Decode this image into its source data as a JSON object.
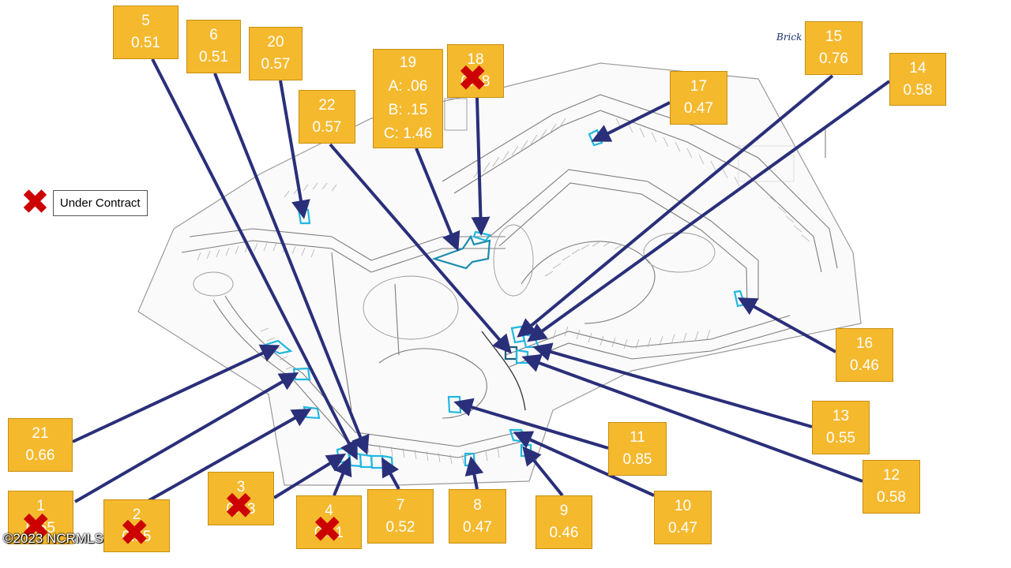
{
  "legend": {
    "label": "Under Contract"
  },
  "watermark": "©2023 NCRMLS",
  "map_text": "Brick W",
  "colors": {
    "label_fill": "#f5b92e",
    "arrow": "#2a2f7a",
    "lot_outline": "#22b7e0",
    "x_mark": "#cc0000"
  },
  "lots": [
    {
      "id": "1",
      "acres": "0.55",
      "under_contract": true
    },
    {
      "id": "2",
      "acres": "0.55",
      "under_contract": true
    },
    {
      "id": "3",
      "acres": "0.53",
      "under_contract": true
    },
    {
      "id": "4",
      "acres": "0.51",
      "under_contract": true
    },
    {
      "id": "5",
      "acres": "0.51",
      "under_contract": false
    },
    {
      "id": "6",
      "acres": "0.51",
      "under_contract": false
    },
    {
      "id": "7",
      "acres": "0.52",
      "under_contract": false
    },
    {
      "id": "8",
      "acres": "0.47",
      "under_contract": false
    },
    {
      "id": "9",
      "acres": "0.46",
      "under_contract": false
    },
    {
      "id": "10",
      "acres": "0.47",
      "under_contract": false
    },
    {
      "id": "11",
      "acres": "0.85",
      "under_contract": false
    },
    {
      "id": "12",
      "acres": "0.58",
      "under_contract": false
    },
    {
      "id": "13",
      "acres": "0.55",
      "under_contract": false
    },
    {
      "id": "14",
      "acres": "0.58",
      "under_contract": false
    },
    {
      "id": "15",
      "acres": "0.76",
      "under_contract": false
    },
    {
      "id": "16",
      "acres": "0.46",
      "under_contract": false
    },
    {
      "id": "17",
      "acres": "0.47",
      "under_contract": false
    },
    {
      "id": "18",
      "acres": "0.58",
      "under_contract": true
    },
    {
      "id": "19",
      "lines": [
        "A: .06",
        "B: .15",
        "C: 1.46"
      ],
      "under_contract": false
    },
    {
      "id": "20",
      "acres": "0.57",
      "under_contract": false
    },
    {
      "id": "21",
      "acres": "0.66",
      "under_contract": false
    },
    {
      "id": "22",
      "acres": "0.57",
      "under_contract": false
    }
  ]
}
